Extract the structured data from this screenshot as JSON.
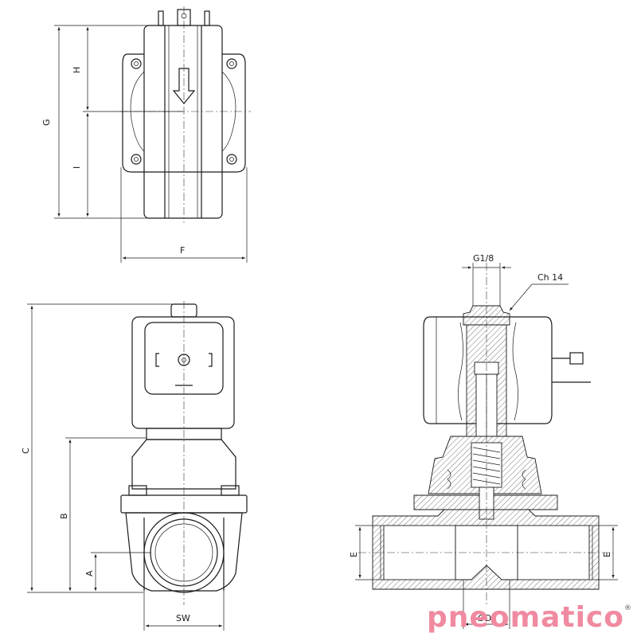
{
  "views": {
    "top": {
      "dimensions": {
        "G": "G",
        "H": "H",
        "I": "I",
        "F": "F"
      }
    },
    "front": {
      "dimensions": {
        "C": "C",
        "B": "B",
        "A": "A",
        "SW": "SW"
      }
    },
    "section": {
      "dimensions": {
        "G18": "G1/8",
        "Ch14": "Ch 14",
        "E_left": "E",
        "E_right": "E",
        "D": "ØD"
      }
    }
  },
  "brand": {
    "name": "pneomatico",
    "registered": "®"
  },
  "colors": {
    "line": "#1a1a1a",
    "brand": "#f08aa0"
  }
}
